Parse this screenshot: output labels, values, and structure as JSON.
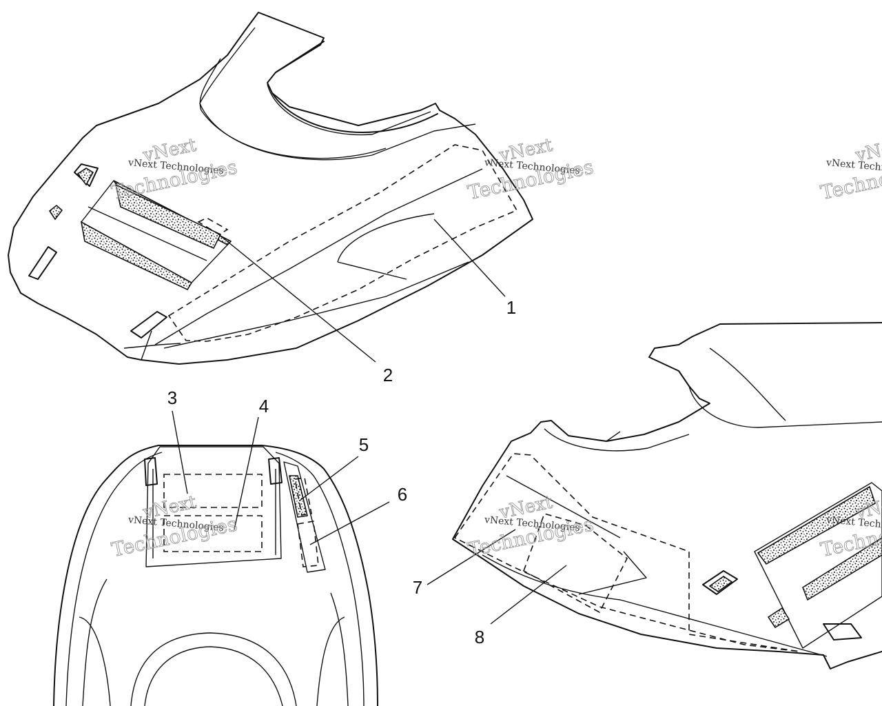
{
  "watermark": {
    "line1": "vNext",
    "line2": "Technologies",
    "small": "vNext Technologies"
  },
  "callouts": [
    "1",
    "2",
    "3",
    "4",
    "5",
    "6",
    "7",
    "8"
  ]
}
